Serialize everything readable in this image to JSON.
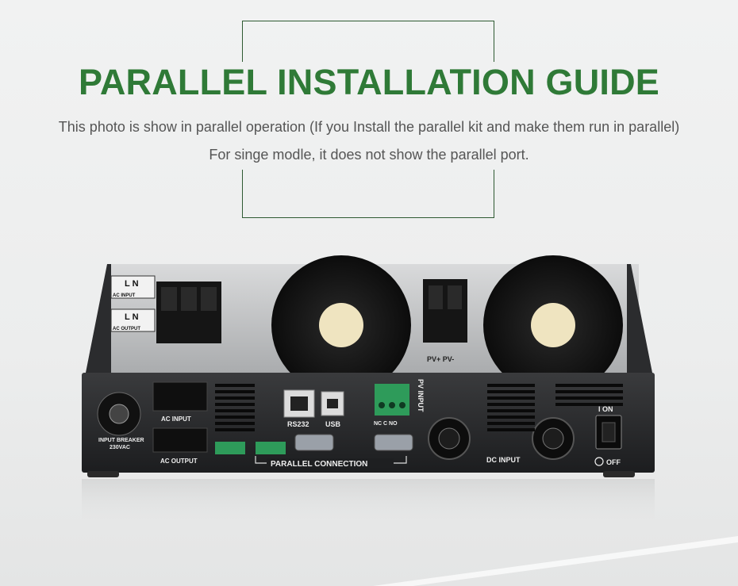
{
  "header": {
    "title": "PARALLEL INSTALLATION GUIDE",
    "subtitle_line1": "This photo is show in parallel operation (If you Install the parallel kit and make them run in parallel)",
    "subtitle_line2": "For singe modle, it does not show the parallel port."
  },
  "device": {
    "top_labels": {
      "ac_input": "AC INPUT",
      "ac_output": "AC OUTPUT",
      "pv_plus_minus": "PV+  PV-",
      "ln": "L N"
    },
    "panel_labels": {
      "ac_input": "AC  INPUT",
      "ac_output": "AC  OUTPUT",
      "input_breaker": "INPUT BREAKER",
      "breaker_voltage": "230VAC",
      "rs232": "RS232",
      "usb": "USB",
      "pv_input": "PV INPUT",
      "relay": "NC  C  NO",
      "parallel_connection": "PARALLEL CONNECTION",
      "dc_input": "DC  INPUT",
      "switch_on": "I  ON",
      "switch_off": "OFF"
    }
  },
  "colors": {
    "title_green": "#2f7a37",
    "frame_green": "#2e5a32",
    "text_gray": "#555555"
  }
}
